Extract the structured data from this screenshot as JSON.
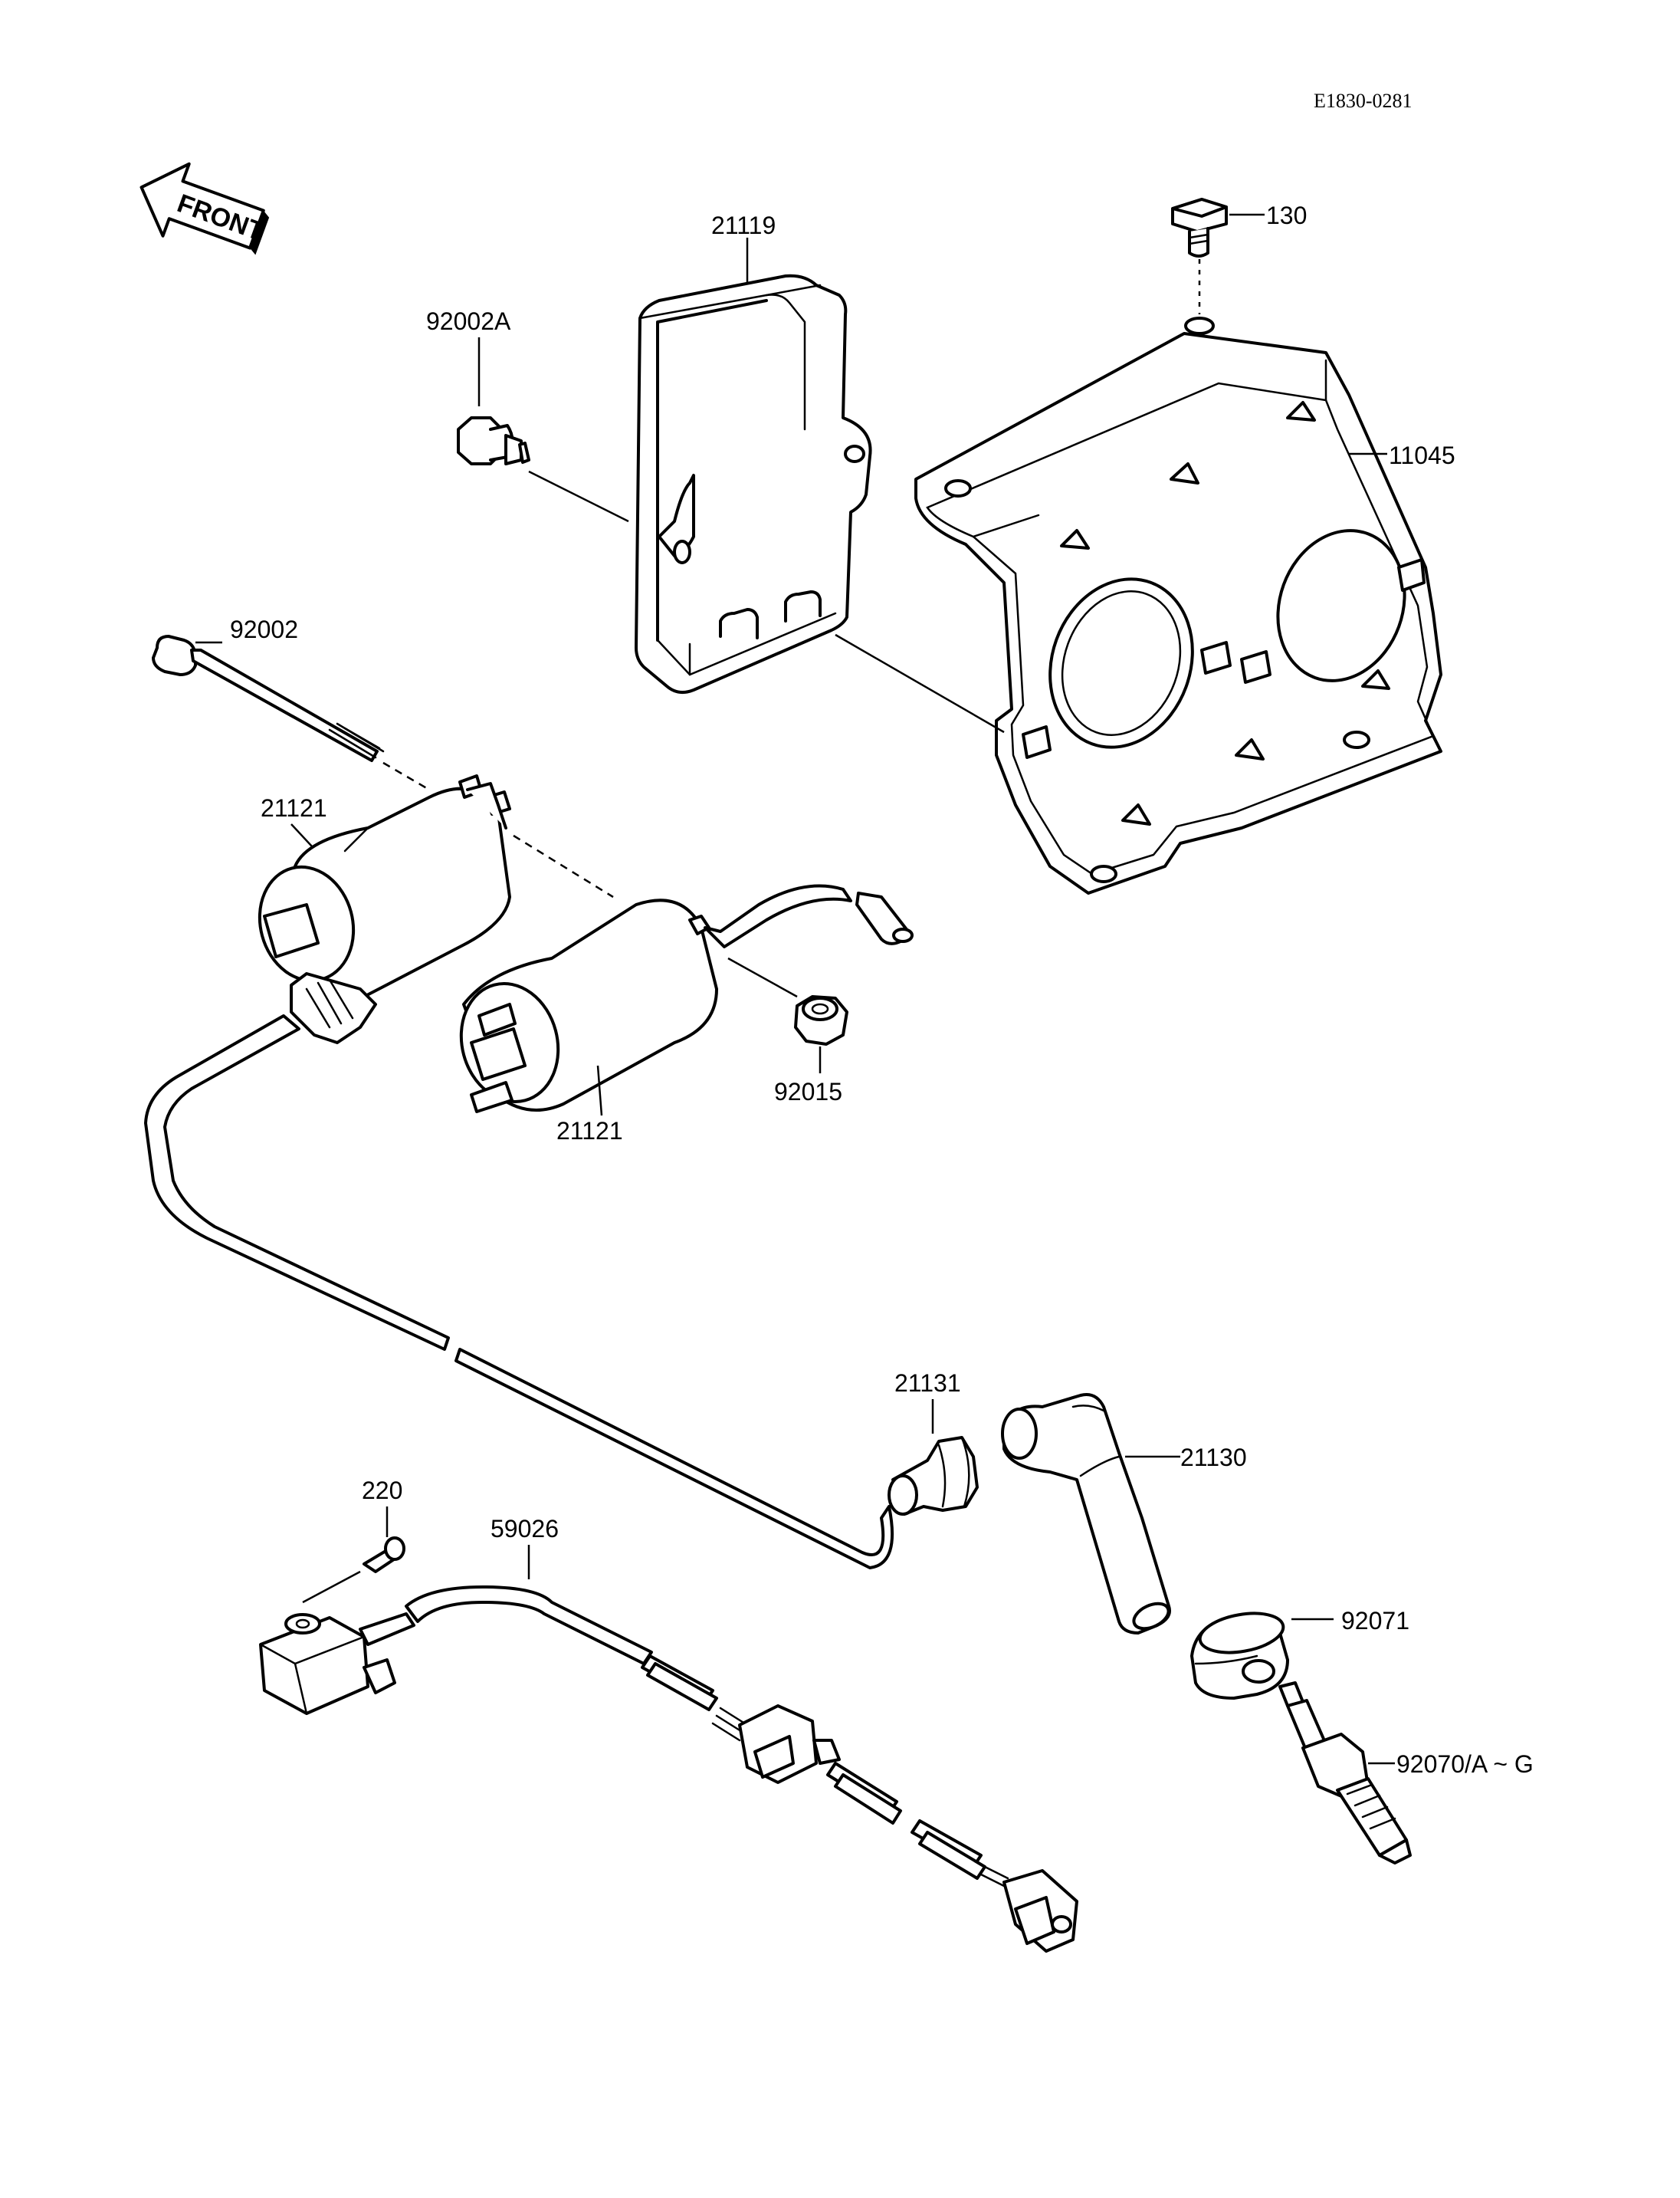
{
  "diagram_code": "E1830-0281",
  "front_label": "FRONT",
  "parts": {
    "p130": "130",
    "p21119": "21119",
    "p11045": "11045",
    "p92002A": "92002A",
    "p92002": "92002",
    "p21121a": "21121",
    "p21121b": "21121",
    "p92015": "92015",
    "p21131": "21131",
    "p21130": "21130",
    "p220": "220",
    "p59026": "59026",
    "p92071": "92071",
    "p92070": "92070/A ~ G"
  }
}
